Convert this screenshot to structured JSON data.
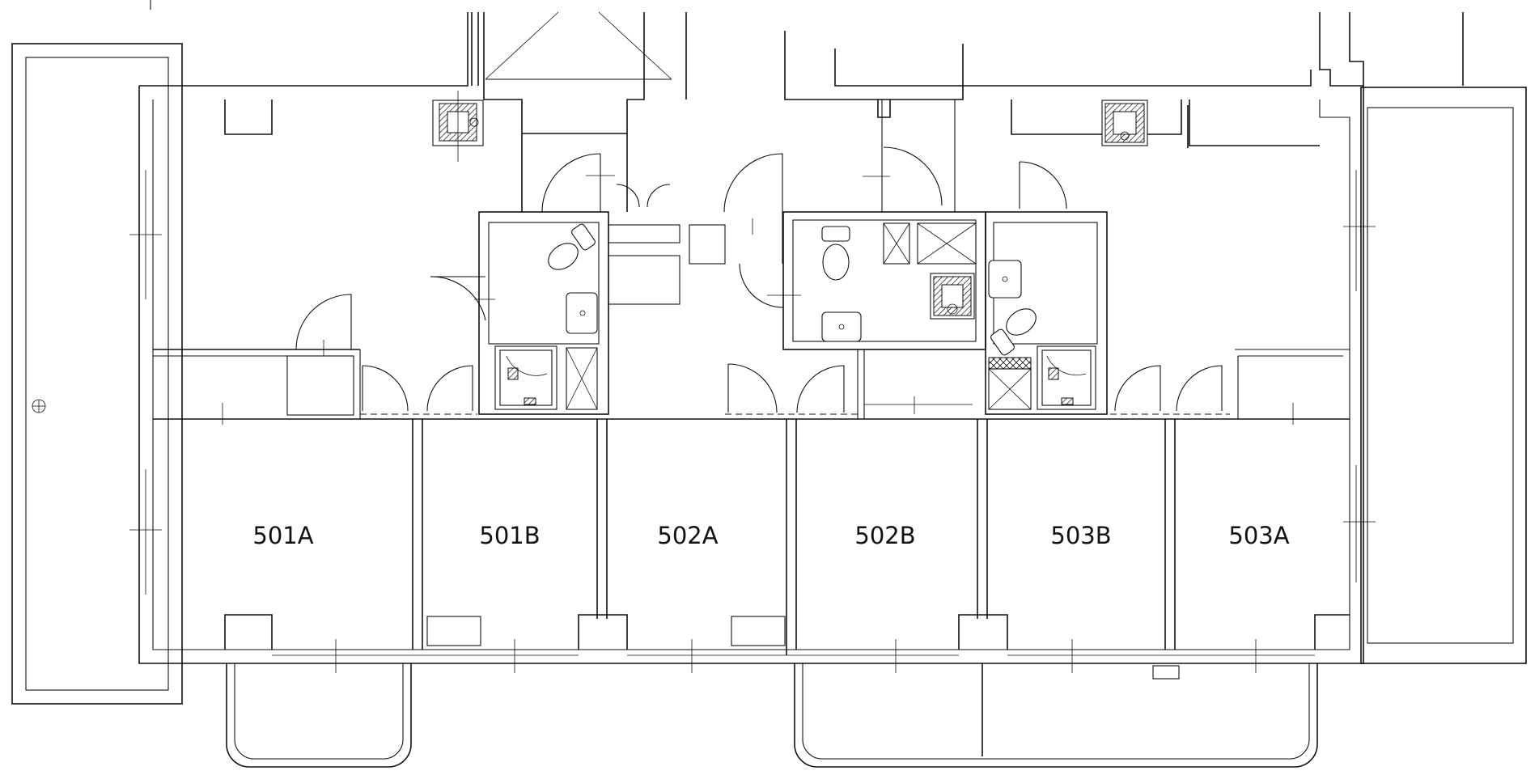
{
  "rooms": [
    {
      "id": "r501a",
      "label": "501A"
    },
    {
      "id": "r501b",
      "label": "501B"
    },
    {
      "id": "r502a",
      "label": "502A"
    },
    {
      "id": "r502b",
      "label": "502B"
    },
    {
      "id": "r503b",
      "label": "503B"
    },
    {
      "id": "r503a",
      "label": "503A"
    }
  ],
  "symbols": {
    "datum_marker": "circle-crosshair-icon",
    "toilet": "toilet-icon",
    "sink": "sink-icon",
    "shower": "shower-icon",
    "ventilation_shaft": "shaft-cross-icon"
  }
}
